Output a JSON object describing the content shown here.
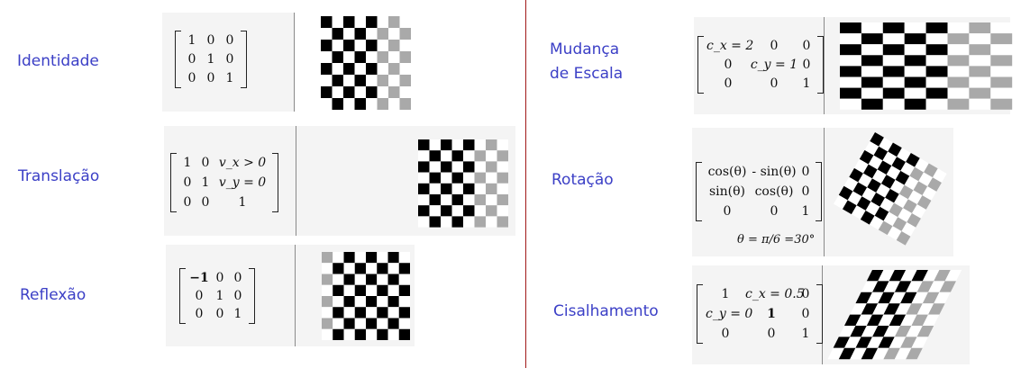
{
  "colors": {
    "label": "#3b3fc6",
    "divider": "#a01818",
    "panel": "#f4f4f4",
    "dark": "#000000",
    "gray": "#a9a9a9",
    "light": "#ffffff"
  },
  "transforms": [
    {
      "id": "identity",
      "label": "Identidade",
      "matrix": [
        [
          "1",
          "0",
          "0"
        ],
        [
          "0",
          "1",
          "0"
        ],
        [
          "0",
          "0",
          "1"
        ]
      ]
    },
    {
      "id": "translation",
      "label": "Translação",
      "matrix": [
        [
          "1",
          "0",
          "v_x > 0"
        ],
        [
          "0",
          "1",
          "v_y = 0"
        ],
        [
          "0",
          "0",
          "1"
        ]
      ]
    },
    {
      "id": "reflection",
      "label": "Reflexão",
      "matrix": [
        [
          "−1",
          "0",
          "0"
        ],
        [
          "0",
          "1",
          "0"
        ],
        [
          "0",
          "0",
          "1"
        ]
      ]
    },
    {
      "id": "scale",
      "label_lines": [
        "Mudança",
        "de Escala"
      ],
      "matrix": [
        [
          "c_x = 2",
          "0",
          "0"
        ],
        [
          "0",
          "c_y = 1",
          "0"
        ],
        [
          "0",
          "0",
          "1"
        ]
      ]
    },
    {
      "id": "rotation",
      "label": "Rotação",
      "matrix": [
        [
          "cos(θ)",
          "- sin(θ)",
          "0"
        ],
        [
          "sin(θ)",
          "cos(θ)",
          "0"
        ],
        [
          "0",
          "0",
          "1"
        ]
      ],
      "formula": "θ = π/6 =30°"
    },
    {
      "id": "shear",
      "label": "Cisalhamento",
      "matrix": [
        [
          "1",
          "c_x = 0.5",
          "0"
        ],
        [
          "c_y = 0",
          "1",
          "0"
        ],
        [
          "0",
          "0",
          "1"
        ]
      ]
    }
  ]
}
